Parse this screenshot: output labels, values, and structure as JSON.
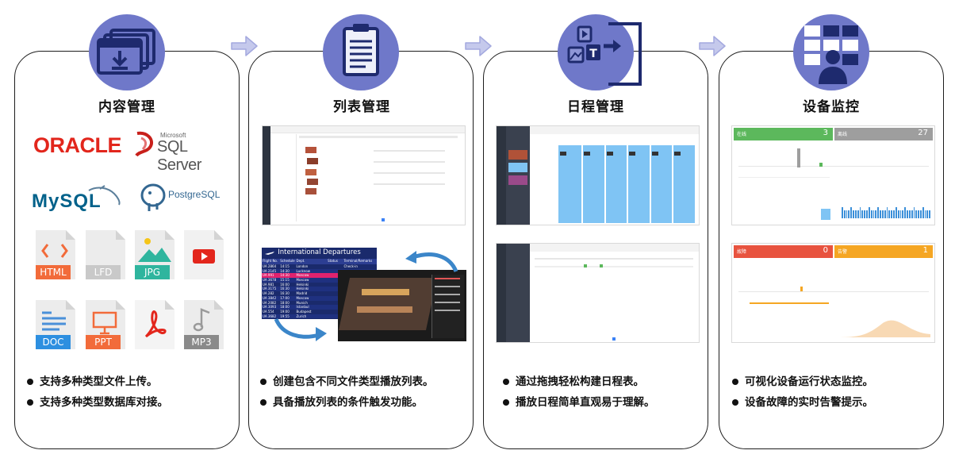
{
  "colors": {
    "circle": "#6f78c9",
    "arrow": "#b9bde6",
    "accent_blue": "#7fc4f4",
    "green": "#5cb85c",
    "red": "#e8533f",
    "orange": "#f5a623",
    "dark_sidebar": "#2d3440"
  },
  "panels": [
    {
      "title": "内容管理",
      "icon": "download-folder-icon",
      "bullets": [
        "支持多种类型文件上传。",
        "支持多种类型数据库对接。"
      ]
    },
    {
      "title": "列表管理",
      "icon": "clipboard-list-icon",
      "bullets": [
        "创建包含不同文件类型播放列表。",
        "具备播放列表的条件触发功能。"
      ]
    },
    {
      "title": "日程管理",
      "icon": "schedule-media-icon",
      "bullets": [
        "通过拖拽轻松构建日程表。",
        "播放日程简单直观易于理解。"
      ]
    },
    {
      "title": "设备监控",
      "icon": "device-monitor-icon",
      "bullets": [
        "可视化设备运行状态监控。",
        "设备故障的实时告警提示。"
      ]
    }
  ],
  "databases": {
    "oracle": "ORACLE",
    "sqlserver_small": "Microsoft",
    "sqlserver": "SQL Server",
    "mysql": "MySQL",
    "postgres": "PostgreSQL"
  },
  "file_types": [
    "HTML",
    "LFD",
    "JPG",
    "",
    "DOC",
    "PPT",
    "",
    "MP3"
  ],
  "departures": {
    "title": "International Departures",
    "headers": [
      "Flight No.",
      "Schedule",
      "Dept.",
      "Status",
      "Terminal/Remarks"
    ],
    "rows": [
      [
        "UA 2864",
        "14:15",
        "London",
        "",
        "Check-in"
      ],
      [
        "UA 2145",
        "14:30",
        "Lucknow",
        "",
        ""
      ],
      [
        "UA 991",
        "14:30",
        "Moscow",
        "",
        ""
      ],
      [
        "UA 3678",
        "15:15",
        "Moscow",
        "",
        ""
      ],
      [
        "UA 981",
        "16:00",
        "Helsinki",
        "",
        ""
      ],
      [
        "UA 3175",
        "16:30",
        "Helsinki",
        "",
        ""
      ],
      [
        "UA 282",
        "16:30",
        "Madrid",
        "",
        ""
      ],
      [
        "UA 3842",
        "17:00",
        "Moscow",
        "",
        ""
      ],
      [
        "UA 2082",
        "18:00",
        "Munich",
        "",
        ""
      ],
      [
        "UA 3093",
        "18:00",
        "Istanbul",
        "",
        ""
      ],
      [
        "UA 554",
        "19:00",
        "Budapest",
        "",
        ""
      ],
      [
        "UA 3682",
        "19:55",
        "Zurich",
        "",
        ""
      ]
    ]
  },
  "monitor": {
    "online_label": "在线",
    "online_count": "3",
    "offline_label": "离线",
    "offline_count": "27",
    "fault_label": "故障",
    "fault_count": "0",
    "warn_label": "告警",
    "warn_count": "1"
  }
}
